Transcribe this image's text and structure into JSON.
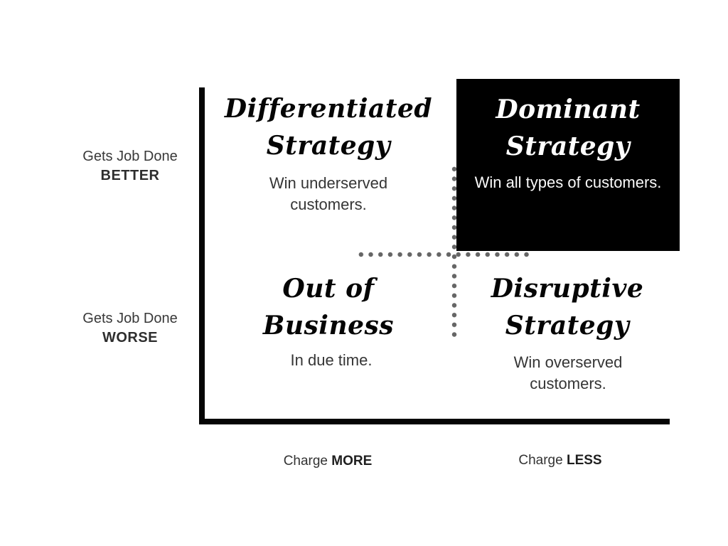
{
  "title": "Strategy quadrant matrix",
  "colors": {
    "background": "#ffffff",
    "axis_line": "#050505",
    "dotted_divider": "#666666",
    "heading_text": "#050505",
    "body_text": "#353535",
    "dominant_box_bg": "#000000",
    "dominant_box_text": "#ffffff"
  },
  "axes": {
    "y_top": {
      "normal": "Gets Job Done",
      "bold": "BETTER"
    },
    "y_bottom": {
      "normal": "Gets Job Done",
      "bold": "WORSE"
    },
    "x_left": {
      "normal": "Charge",
      "bold": "MORE"
    },
    "x_right": {
      "normal": "Charge",
      "bold": "LESS"
    }
  },
  "quadrants": {
    "top_left": {
      "title": "Differentiated\nStrategy",
      "subtitle": "Win underserved\ncustomers."
    },
    "top_right": {
      "title": "Dominant\nStrategy",
      "subtitle": "Win all types of customers."
    },
    "bottom_left": {
      "title": "Out of\nBusiness",
      "subtitle": "In due time."
    },
    "bottom_right": {
      "title": "Disruptive\nStrategy",
      "subtitle": "Win overserved\ncustomers."
    }
  }
}
